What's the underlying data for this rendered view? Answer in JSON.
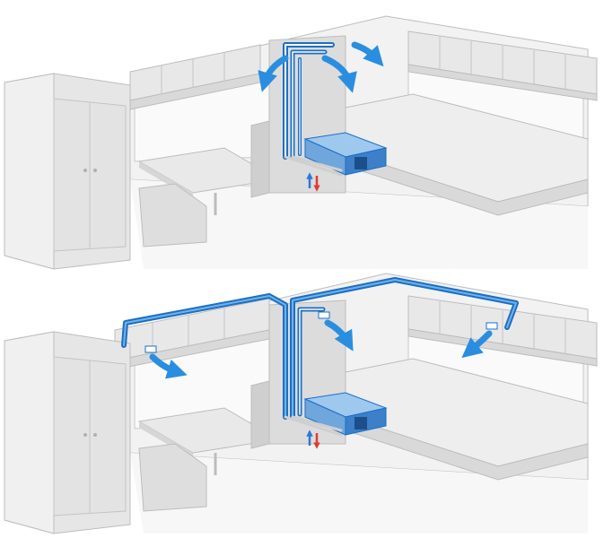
{
  "panels": [
    {
      "id": "top",
      "variant": "local_outlets"
    },
    {
      "id": "bottom",
      "variant": "ducted_outlets"
    }
  ],
  "colors": {
    "background": "#ffffff",
    "wall_light": "#ececec",
    "wall_mid": "#dedede",
    "wall_dark": "#cfcfcf",
    "outline": "#bdbdbd",
    "floor": "#f4f4f4",
    "duct_blue": "#1c6fc4",
    "duct_blue_light": "#6fb2ea",
    "arrow_blue": "#2a8ee0",
    "unit_blue": "#3d7fc9",
    "intake_red": "#e23b2e",
    "intake_blue": "#2a79d6"
  }
}
